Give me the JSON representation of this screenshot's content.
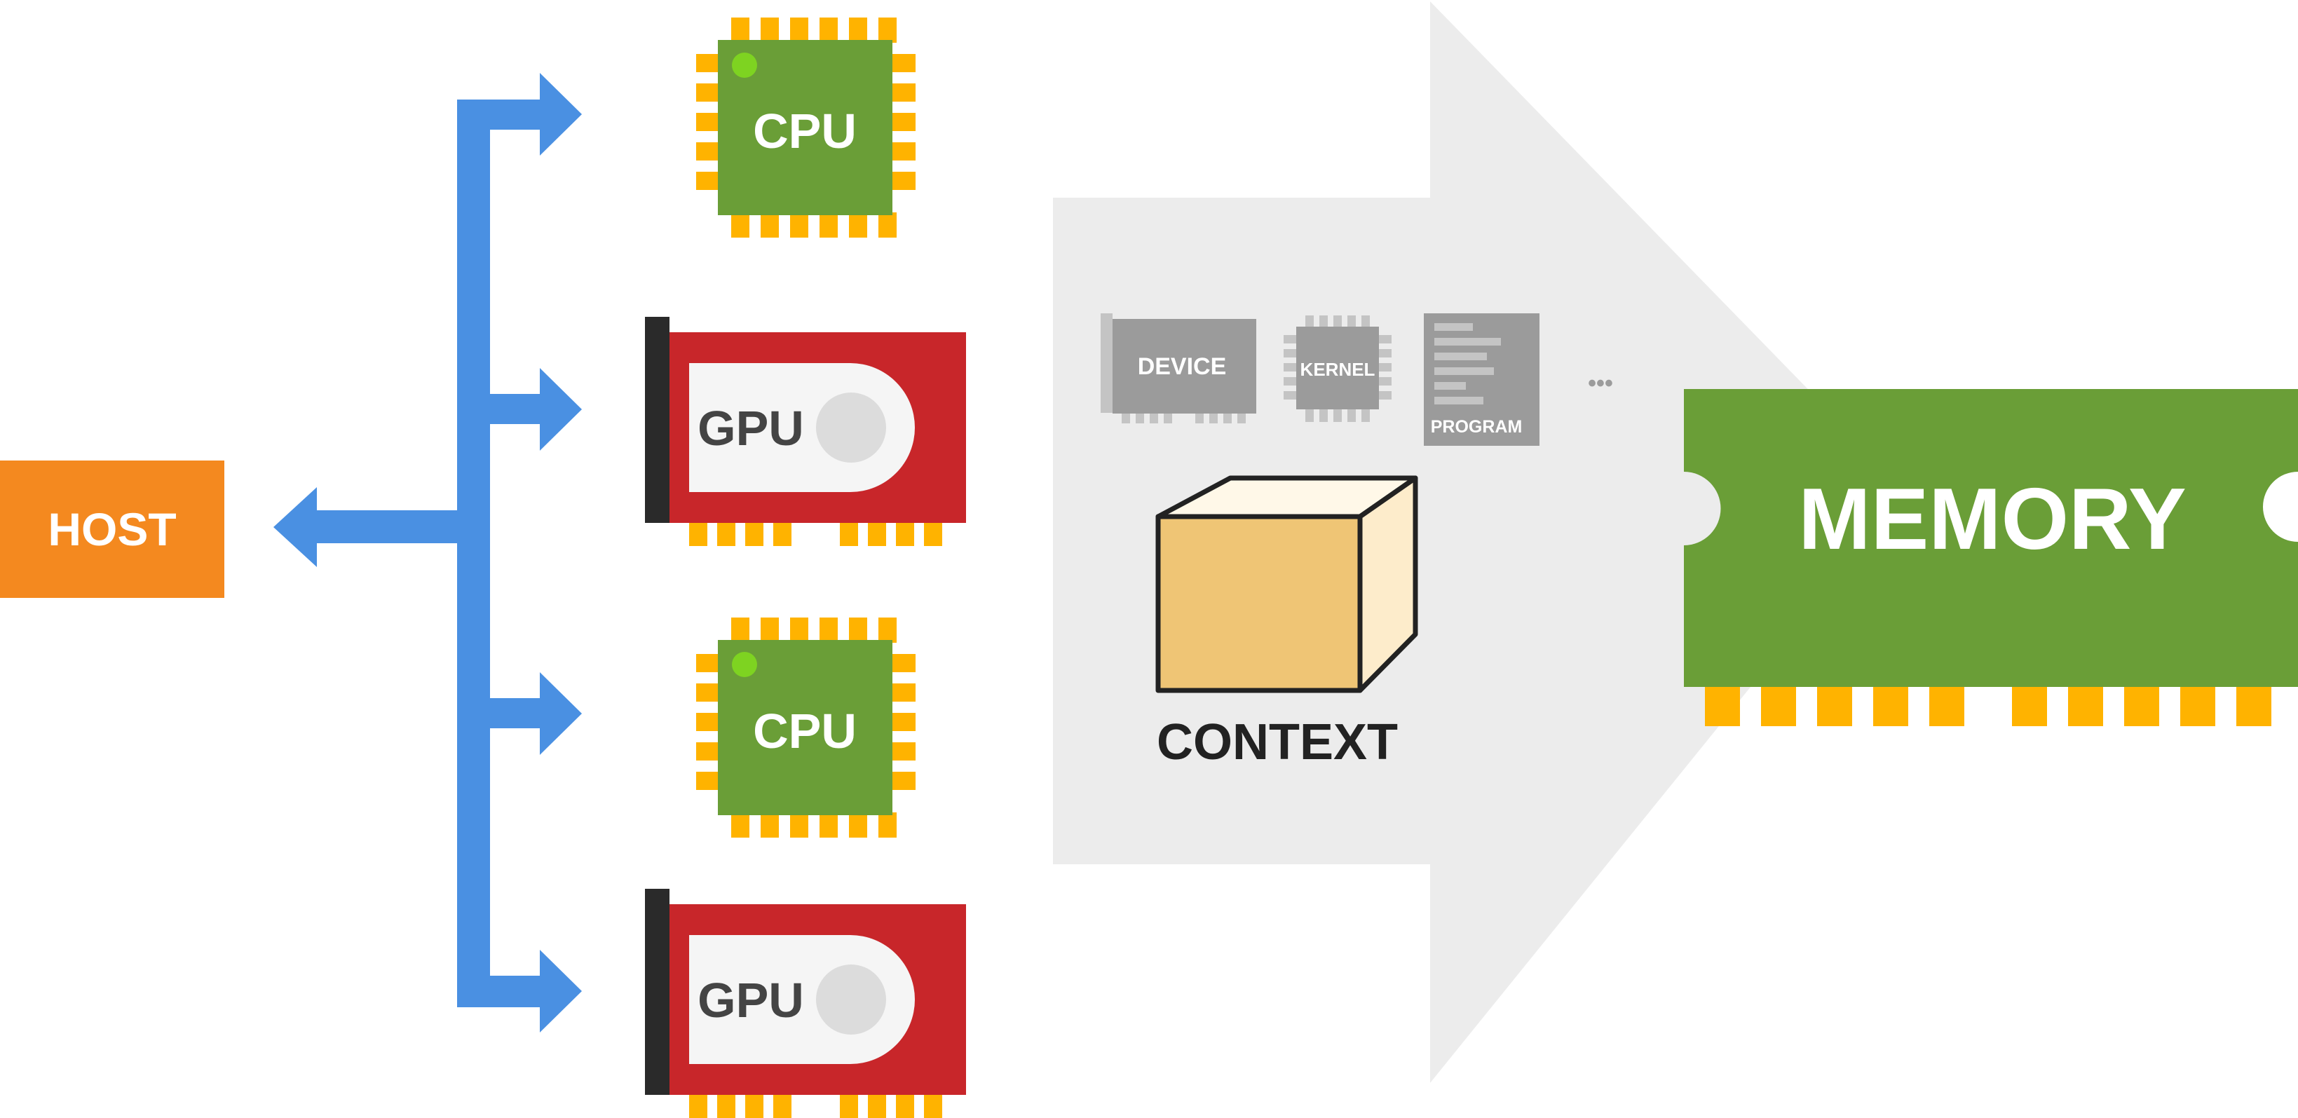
{
  "host": {
    "label": "HOST"
  },
  "devices": [
    {
      "kind": "cpu",
      "label": "CPU"
    },
    {
      "kind": "gpu",
      "label": "GPU"
    },
    {
      "kind": "cpu",
      "label": "CPU"
    },
    {
      "kind": "gpu",
      "label": "GPU"
    }
  ],
  "context_items": [
    {
      "label": "DEVICE"
    },
    {
      "label": "KERNEL"
    },
    {
      "label": "PROGRAM"
    }
  ],
  "context_items_more": "•••",
  "context": {
    "label": "CONTEXT"
  },
  "memory": {
    "label": "MEMORY"
  },
  "colors": {
    "host": "#f4891f",
    "bus": "#4a90e2",
    "cpu": "#6a9e37",
    "cpu_pins": "#ffb300",
    "cpu_led": "#7ed321",
    "gpu": "#c8262a",
    "gpu_bracket": "#2a2a2a",
    "gpu_fan": "#dcdcdc",
    "panel": "#ececec",
    "panel_item": "#9b9b9b",
    "cube_front": "#efc575",
    "cube_side": "#fdeccb",
    "cube_top": "#fff8e8",
    "memory": "#6a9e37",
    "memory_pins": "#ffb300"
  }
}
